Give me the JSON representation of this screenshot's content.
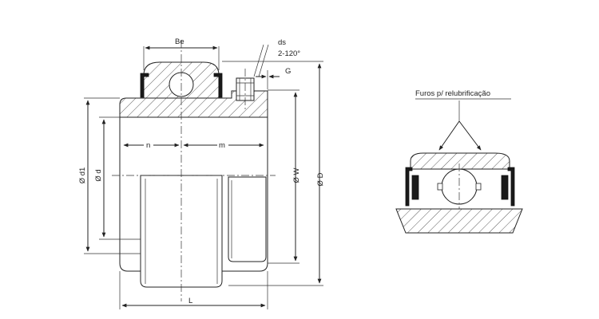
{
  "diagram": {
    "main_view": {
      "labels": {
        "be": "Be",
        "ds": "ds",
        "angle": "2-120°",
        "g": "G",
        "n": "n",
        "m": "m",
        "d1": "Ø d1",
        "d": "Ø d",
        "w": "Ø W",
        "big_d": "Ø D",
        "l": "L"
      }
    },
    "detail_view": {
      "title": "Furos p/ relubrificação"
    },
    "colors": {
      "line": "#222222",
      "background": "#ffffff",
      "seal": "#1a1a1a"
    }
  }
}
